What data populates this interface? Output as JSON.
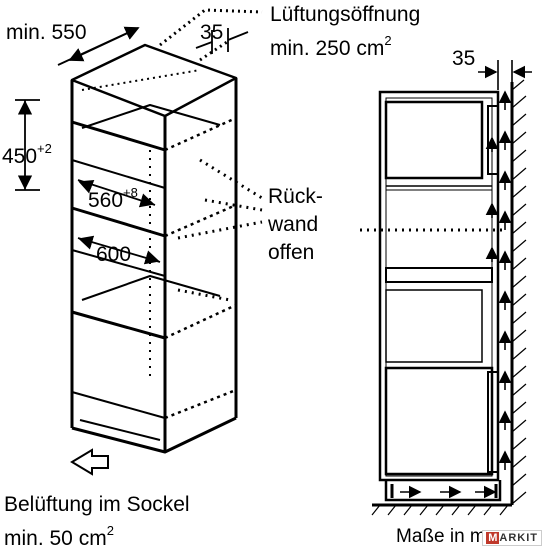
{
  "labels": {
    "min_depth": "min. 550",
    "dim_35_top": "35",
    "vent_title": "Lüftungsöffnung",
    "vent_area_prefix": "min. 250 cm",
    "vent_area_exp": "2",
    "height_450": "450",
    "height_450_tol": "+2",
    "width_560": "560",
    "width_560_tol": "+8",
    "width_600": "600",
    "rueck_line1": "Rück-",
    "rueck_line2": "wand",
    "rueck_line3": "offen",
    "dim_35_right": "35",
    "base_title": "Belüftung im Sockel",
    "base_area_prefix": "min. 50 cm",
    "base_area_exp": "2",
    "mass_text": "Maße in mm"
  },
  "watermark": {
    "first": "M",
    "rest": "ARKIT"
  },
  "colors": {
    "line": "#000000",
    "background": "#ffffff",
    "watermark_accent": "#c0392b"
  }
}
